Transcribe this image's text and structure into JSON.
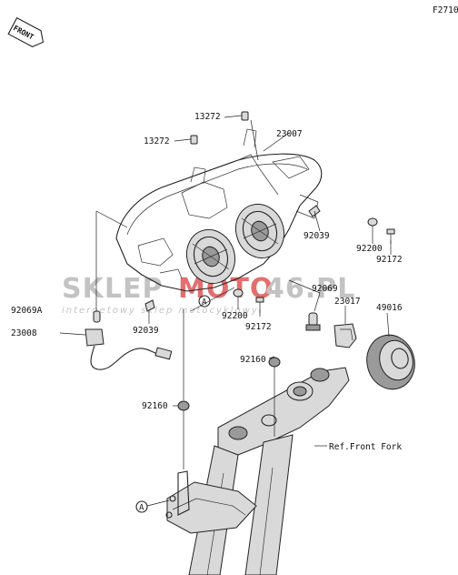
{
  "diagram_code": "F2710",
  "front_tag": "FRONT",
  "watermark": {
    "brand_gray_1": "SKLEP",
    "brand_red": "MOTO",
    "brand_gray_2": "46.PL",
    "tagline": "internetowy sklep motocyklowy",
    "red_color": "#d94040",
    "gray_color": "#b0b0b0"
  },
  "callouts": [
    {
      "id": "p13272a",
      "label": "13272"
    },
    {
      "id": "p13272b",
      "label": "13272"
    },
    {
      "id": "p23007",
      "label": "23007"
    },
    {
      "id": "p92039a",
      "label": "92039"
    },
    {
      "id": "p92200a",
      "label": "92200"
    },
    {
      "id": "p92172a",
      "label": "92172"
    },
    {
      "id": "p92069",
      "label": "92069"
    },
    {
      "id": "p23017",
      "label": "23017"
    },
    {
      "id": "p49016",
      "label": "49016"
    },
    {
      "id": "p92069A",
      "label": "92069A"
    },
    {
      "id": "p23008",
      "label": "23008"
    },
    {
      "id": "p92039b",
      "label": "92039"
    },
    {
      "id": "p92200b",
      "label": "92200"
    },
    {
      "id": "p92172b",
      "label": "92172"
    },
    {
      "id": "p92160a",
      "label": "92160"
    },
    {
      "id": "p92160b",
      "label": "92160"
    }
  ],
  "reference_marker": "A",
  "reference_note": "Ref.Front Fork"
}
